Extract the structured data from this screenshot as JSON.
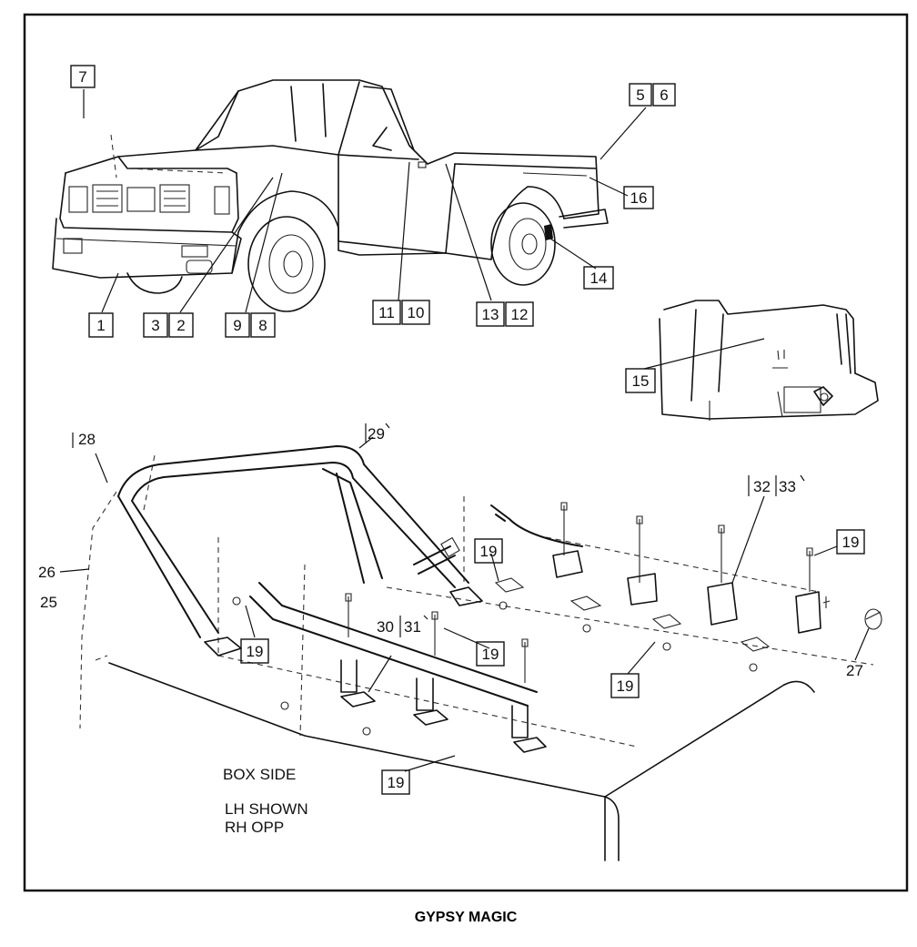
{
  "labels": {
    "l7": "7",
    "l5": "5",
    "l6": "6",
    "l16": "16",
    "l14": "14",
    "l1": "1",
    "l3": "3",
    "l2": "2",
    "l9": "9",
    "l8": "8",
    "l11": "11",
    "l10": "10",
    "l13": "13",
    "l12": "12",
    "l15": "15",
    "l28": "28",
    "l29": "29",
    "l32": "32",
    "l33": "33",
    "l19a": "19",
    "l19b": "19",
    "l19c": "19",
    "l19d": "19",
    "l19e": "19",
    "l19f": "19",
    "l26": "26",
    "l25": "25",
    "l30": "30",
    "l31": "31",
    "l27": "27"
  },
  "notes": {
    "box_side": "BOX SIDE",
    "lh_shown": "LH SHOWN",
    "rh_opp": "RH OPP"
  },
  "caption": "GYPSY MAGIC"
}
